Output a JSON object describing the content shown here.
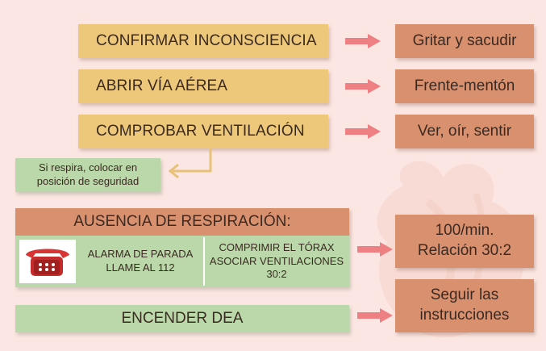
{
  "steps": [
    {
      "label": "CONFIRMAR INCONSCIENCIA",
      "result": "Gritar y sacudir"
    },
    {
      "label": "ABRIR VÍA AÉREA",
      "result": "Frente-mentón"
    },
    {
      "label": "COMPROBAR VENTILACIÓN",
      "result": "Ver, oír, sentir"
    }
  ],
  "safety_note": {
    "line1": "Si respira, colocar en",
    "line2": "posición de seguridad"
  },
  "apnea": {
    "header": "AUSENCIA DE RESPIRACIÓN:",
    "alarm": {
      "line1": "ALARMA DE PARADA",
      "line2": "LLAME AL 112"
    },
    "compress": {
      "line1": "COMPRIMIR EL TÓRAX",
      "line2": "ASOCIAR VENTILACIONES",
      "line3": "30:2"
    },
    "result": {
      "line1": "100/min.",
      "line2": "Relación 30:2"
    }
  },
  "dea": {
    "label": "ENCENDER DEA",
    "result_line1": "Seguir las",
    "result_line2": "instrucciones"
  },
  "icons": {
    "phone": "telephone-icon",
    "arrow": "arrow-right-icon"
  },
  "colors": {
    "background": "#fce6e3",
    "step_box": "#edc87b",
    "result_box": "#d9906e",
    "green_box": "#bad8a9",
    "arrow": "#ee7f82",
    "connector": "#e8c178"
  }
}
